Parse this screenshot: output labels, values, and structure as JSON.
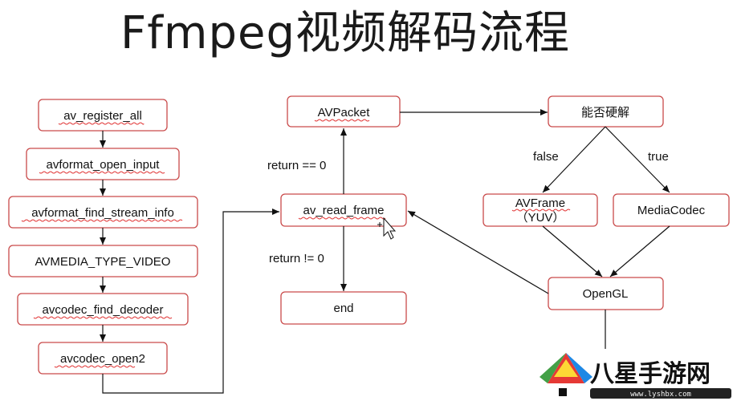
{
  "title": "Ffmpeg视频解码流程",
  "colors": {
    "box_border": "#c94a4a",
    "spellcheck_underline": "#e03030",
    "arrow": "#111111"
  },
  "nodes": {
    "av_register_all": "av_register_all",
    "avformat_open_input": "avformat_open_input",
    "avformat_find_stream_info": "avformat_find_stream_info",
    "avmedia_type_video": "AVMEDIA_TYPE_VIDEO",
    "avcodec_find_decoder": "avcodec_find_decoder",
    "avcodec_open2": "avcodec_open2",
    "avpacket": "AVPacket",
    "av_read_frame": "av_read_frame",
    "end": "end",
    "hw_decode_check": "能否硬解",
    "avframe": "AVFrame",
    "avframe_sub": "（YUV）",
    "mediacodec": "MediaCodec",
    "opengl": "OpenGL"
  },
  "edge_labels": {
    "return_eq_0": "return == 0",
    "return_ne_0": "return != 0",
    "false_label": "false",
    "true_label": "true"
  },
  "watermark": {
    "name": "八星手游网",
    "url": "www.lyshbx.com"
  }
}
